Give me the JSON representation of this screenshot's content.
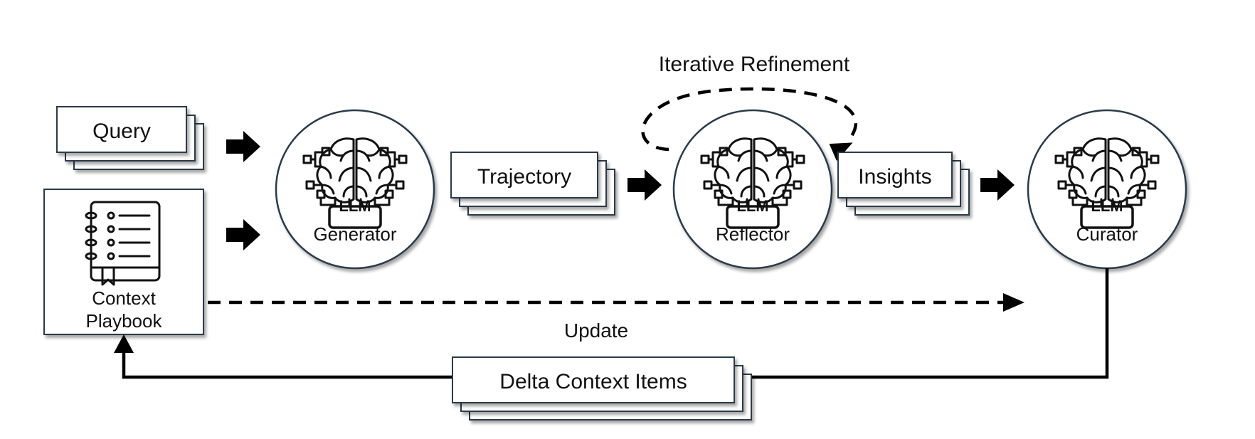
{
  "diagram": {
    "title_label": "Iterative Refinement",
    "update_label": "Update",
    "inputs": {
      "query": "Query",
      "playbook_line1": "Context",
      "playbook_line2": "Playbook"
    },
    "artifacts": {
      "trajectory": "Trajectory",
      "insights": "Insights",
      "delta": "Delta Context Items"
    },
    "agents": [
      {
        "name": "Generator",
        "badge": "LLM"
      },
      {
        "name": "Reflector",
        "badge": "LLM"
      },
      {
        "name": "Curator",
        "badge": "LLM"
      }
    ],
    "icons": {
      "agent": "brain-circuit-icon",
      "playbook": "notebook-icon",
      "flow": "arrow-right-icon"
    }
  }
}
